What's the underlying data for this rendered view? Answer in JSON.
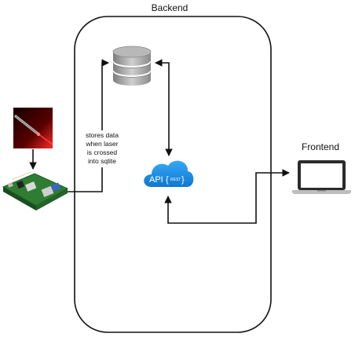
{
  "backend": {
    "title": "Backend"
  },
  "frontend": {
    "title": "Frontend"
  },
  "note": {
    "lines": [
      "stores data",
      "when laser",
      "is crossed",
      "into sqlite"
    ]
  },
  "api": {
    "label": "API",
    "badge": "REST"
  },
  "colors": {
    "arrow": "#111111",
    "cloud": "#1a8fe3",
    "laser": "#e01818",
    "db": "#9a9a9a",
    "board": "#2e7d32",
    "laptop": "#2b2b2b"
  },
  "icons": {
    "database": "database-icon",
    "api": "api-cloud-icon",
    "laser": "laser-pointer-icon",
    "board": "raspberry-pi-icon",
    "laptop": "laptop-icon"
  }
}
